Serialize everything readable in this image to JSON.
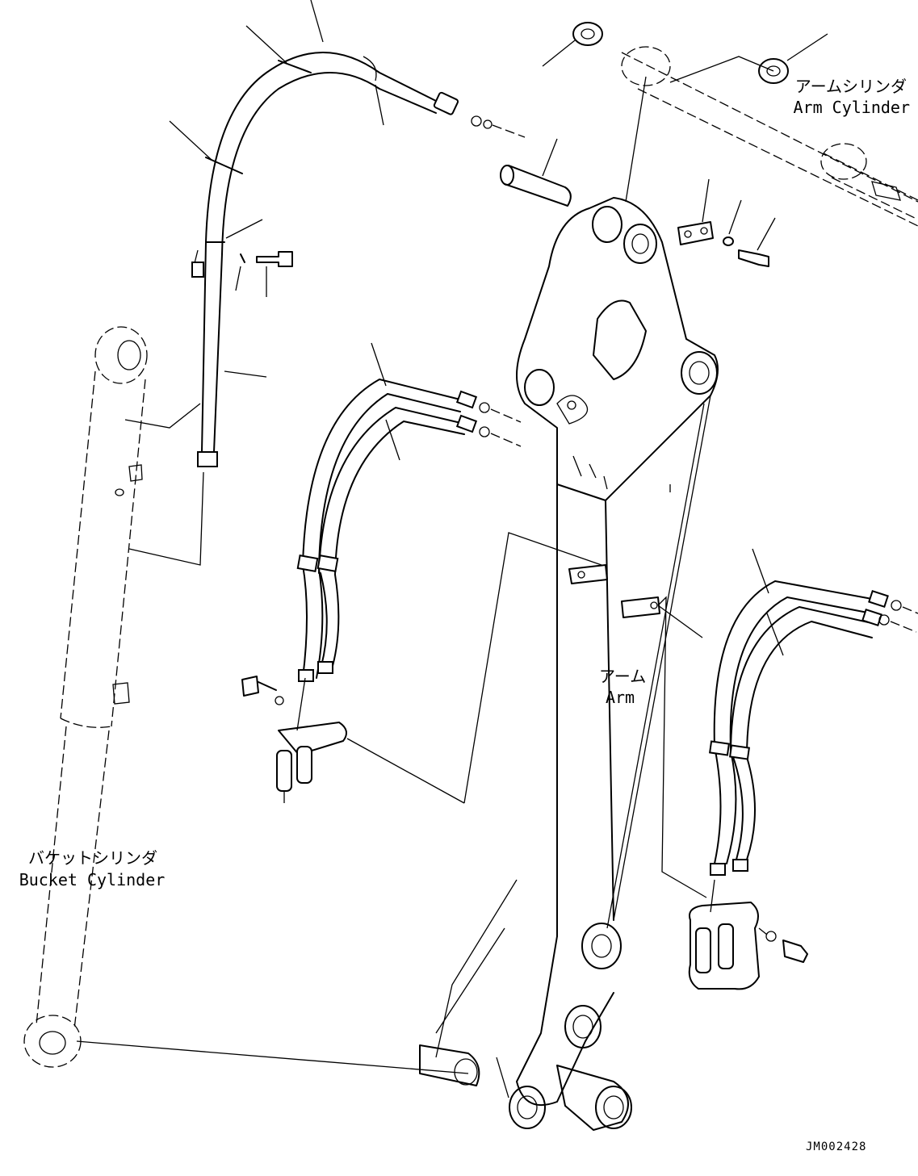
{
  "diagram": {
    "labels": {
      "arm_cylinder_jp": "アームシリンダ",
      "arm_cylinder_en": "Arm Cylinder",
      "arm_jp": "アーム",
      "arm_en": "Arm",
      "bucket_cylinder_jp": "バケットシリンダ",
      "bucket_cylinder_en": "Bucket Cylinder",
      "drawing_code": "JM002428"
    }
  }
}
